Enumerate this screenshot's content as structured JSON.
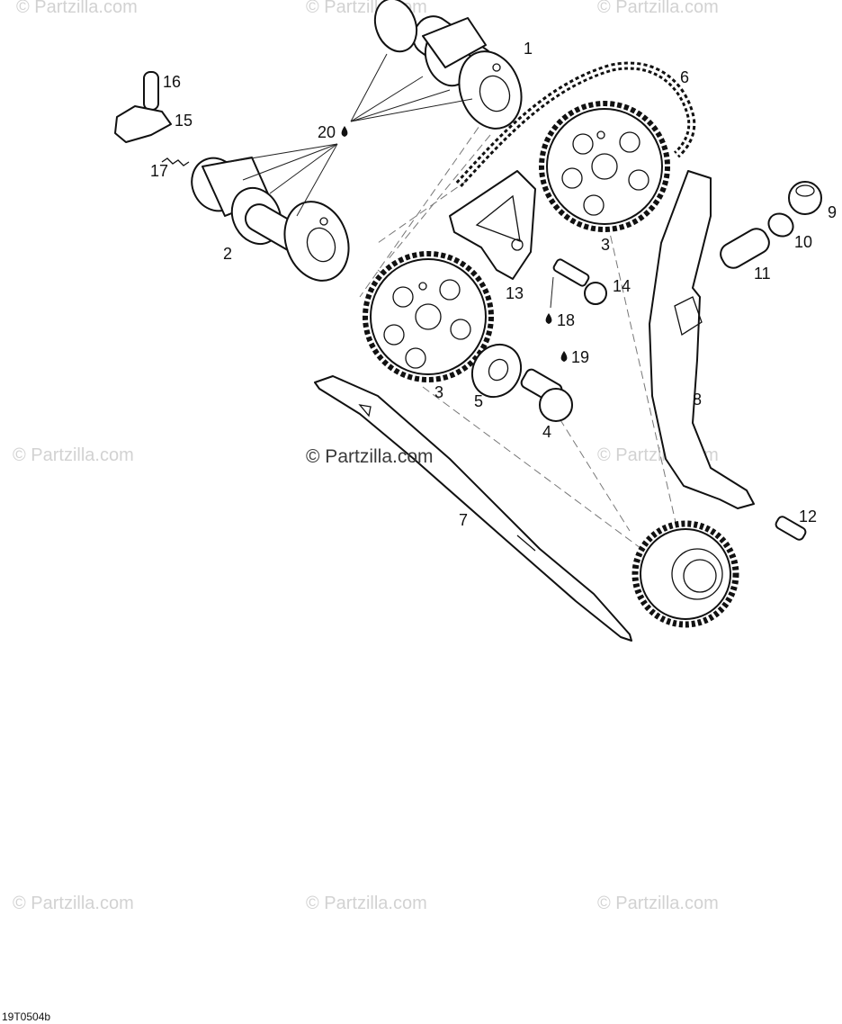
{
  "diagram": {
    "code": "19T0504b",
    "watermark_main": "© Partzilla.com",
    "watermark": "© Partzilla.com",
    "callouts": [
      {
        "id": "c1",
        "text": "1"
      },
      {
        "id": "c2",
        "text": "2"
      },
      {
        "id": "c3a",
        "text": "3"
      },
      {
        "id": "c3b",
        "text": "3"
      },
      {
        "id": "c4",
        "text": "4"
      },
      {
        "id": "c5",
        "text": "5"
      },
      {
        "id": "c6",
        "text": "6"
      },
      {
        "id": "c7",
        "text": "7"
      },
      {
        "id": "c8",
        "text": "8"
      },
      {
        "id": "c9",
        "text": "9"
      },
      {
        "id": "c10",
        "text": "10"
      },
      {
        "id": "c11",
        "text": "11"
      },
      {
        "id": "c12",
        "text": "12"
      },
      {
        "id": "c13",
        "text": "13"
      },
      {
        "id": "c14",
        "text": "14"
      },
      {
        "id": "c15",
        "text": "15"
      },
      {
        "id": "c16",
        "text": "16"
      },
      {
        "id": "c17",
        "text": "17"
      },
      {
        "id": "c18",
        "text": "18"
      },
      {
        "id": "c19",
        "text": "19"
      },
      {
        "id": "c20",
        "text": "20"
      }
    ]
  }
}
